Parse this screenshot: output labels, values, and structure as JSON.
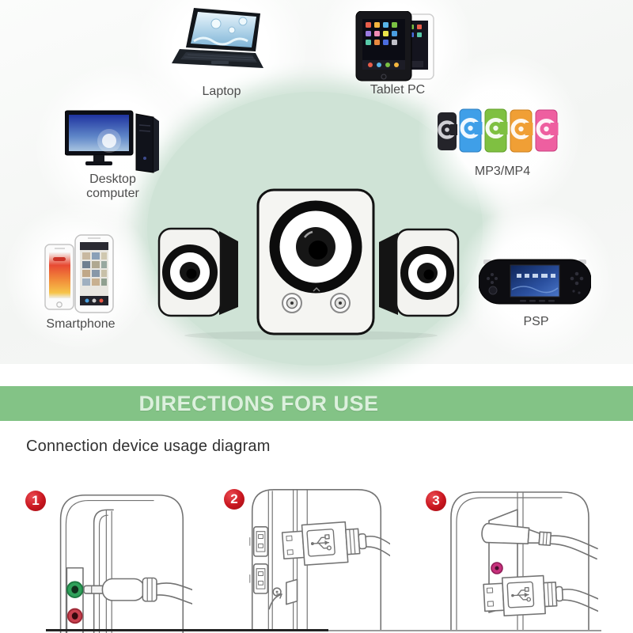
{
  "compat": {
    "product": "computer-speakers-2.1",
    "devices": [
      {
        "id": "laptop",
        "label": "Laptop"
      },
      {
        "id": "tablet-pc",
        "label": "Tablet PC"
      },
      {
        "id": "desktop-computer",
        "label": "Desktop computer"
      },
      {
        "id": "mp3-mp4",
        "label": "MP3/MP4"
      },
      {
        "id": "smartphone",
        "label": "Smartphone"
      },
      {
        "id": "psp",
        "label": "PSP"
      }
    ]
  },
  "banner": {
    "title": "DIRECTIONS FOR USE"
  },
  "usage": {
    "heading": "Connection device usage diagram",
    "steps": [
      {
        "number": "1",
        "name": "audio-jack-connection"
      },
      {
        "number": "2",
        "name": "usb-connection"
      },
      {
        "number": "3",
        "name": "audio-and-usb-connection"
      }
    ]
  },
  "colors": {
    "banner_green": "#83c386",
    "banner_text": "#dcf0dd",
    "circle_green": "#cfe3d6",
    "badge_red": "#c8161f",
    "audio_jack_green": "#2fa15a",
    "audio_jack_red": "#c8404e",
    "port_magenta": "#c7307c",
    "diagram_line": "#707070"
  }
}
